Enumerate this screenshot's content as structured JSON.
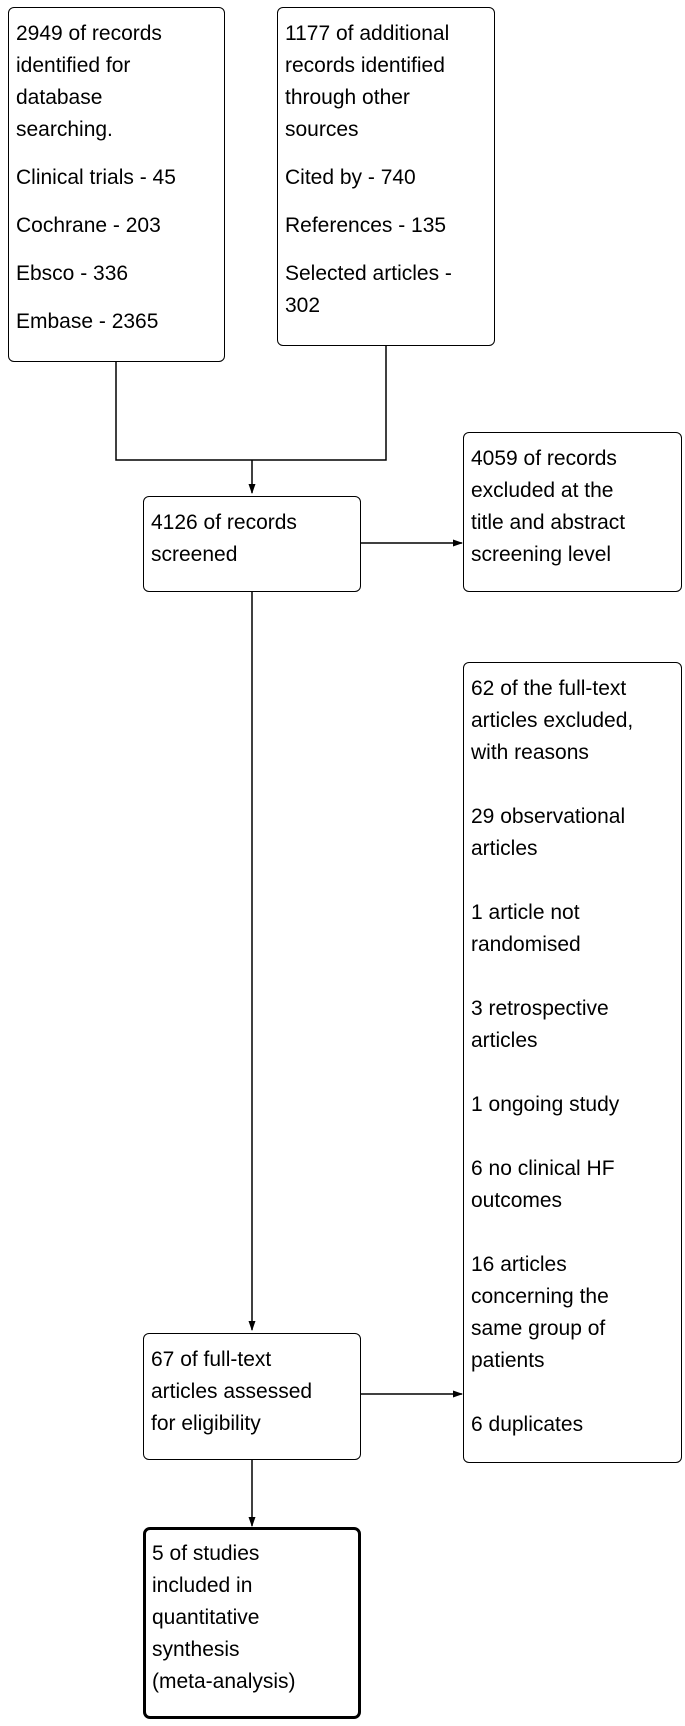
{
  "identification": {
    "database": {
      "heading_lines": [
        "2949 of records",
        "identified for",
        "database",
        "searching."
      ],
      "sources": [
        "Clinical trials - 45",
        "Cochrane - 203",
        "Ebsco - 336",
        "Embase - 2365"
      ]
    },
    "other_sources": {
      "heading_lines": [
        "1177 of additional",
        "records identified",
        "through other",
        "sources"
      ],
      "sources": [
        "Cited by - 740",
        "References - 135"
      ],
      "selected_lines": [
        "Selected articles -",
        "302"
      ]
    }
  },
  "screening": {
    "screened_lines": [
      "4126 of records",
      "screened"
    ],
    "excluded_lines": [
      "4059 of records",
      "excluded at the",
      "title and abstract",
      "screening level"
    ]
  },
  "eligibility": {
    "assessed_lines": [
      "67 of full-text",
      "articles assessed",
      "for eligibility"
    ],
    "excluded_heading_lines": [
      "62 of the full-text",
      "articles excluded,",
      "with reasons"
    ],
    "reasons": [
      [
        "29 observational",
        "articles"
      ],
      [
        "1 article not",
        "randomised"
      ],
      [
        "3 retrospective",
        "articles"
      ],
      [
        "1 ongoing study"
      ],
      [
        "6 no clinical HF",
        "outcomes"
      ],
      [
        "16 articles",
        "concerning the",
        "same group of",
        "patients"
      ],
      [
        "6 duplicates"
      ]
    ]
  },
  "included": {
    "lines": [
      "5 of studies",
      "included in",
      "quantitative",
      "synthesis",
      "(meta-analysis)"
    ]
  }
}
